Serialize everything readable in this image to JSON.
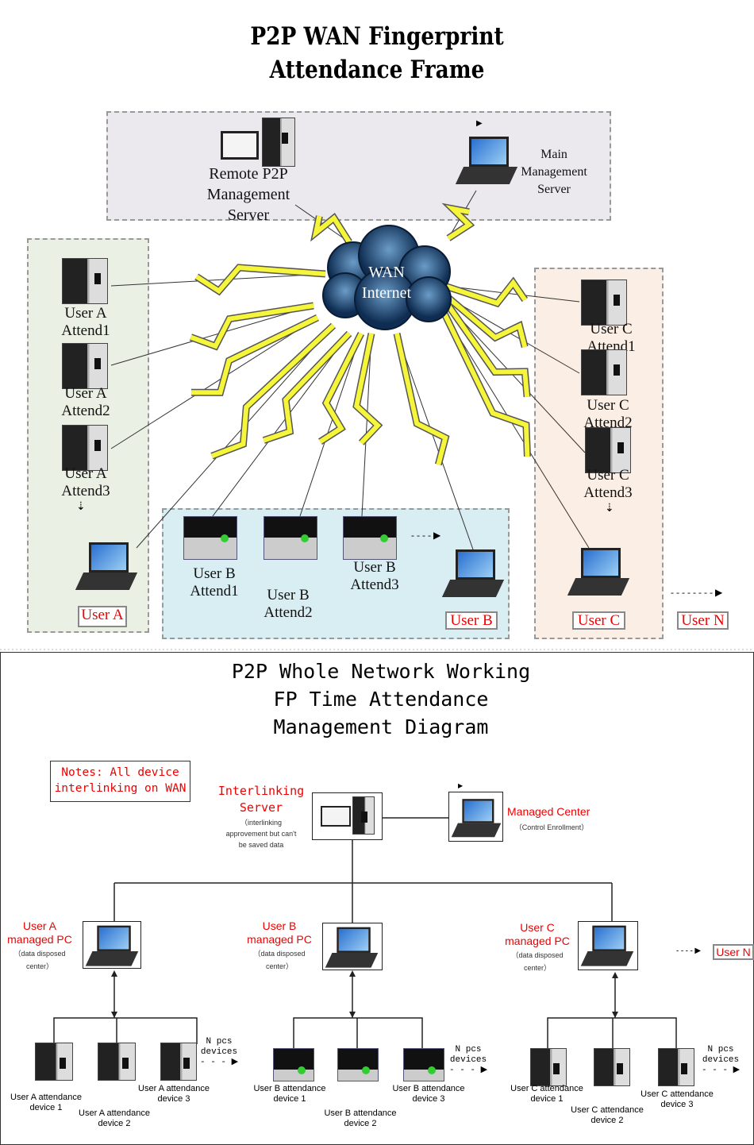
{
  "top": {
    "title_line1": "P2P WAN Fingerprint",
    "title_line2": "Attendance Frame",
    "remote_server": [
      "Remote P2P",
      "Management",
      "Server"
    ],
    "main_server": [
      "Main",
      "Management",
      "Server"
    ],
    "cloud": [
      "WAN",
      "Internet"
    ],
    "user_a_devices": [
      [
        "User A",
        "Attend1"
      ],
      [
        "User A",
        "Attend2"
      ],
      [
        "User A",
        "Attend3"
      ]
    ],
    "user_b_devices": [
      [
        "User B",
        "Attend1"
      ],
      [
        "User B",
        "Attend2"
      ],
      [
        "User B",
        "Attend3"
      ]
    ],
    "user_c_devices": [
      [
        "User C",
        "Attend1"
      ],
      [
        "User C",
        "Attend2"
      ],
      [
        "User C",
        "Attend3"
      ]
    ],
    "tags": {
      "a": "User A",
      "b": "User B",
      "c": "User C",
      "n": "User N"
    },
    "zone_colors": {
      "server": "#ebe9ee",
      "a": "#ebf0e4",
      "b": "#d9eef3",
      "c": "#fbeee4"
    },
    "bolt_color": "#f5f53a"
  },
  "bottom": {
    "title": [
      "P2P Whole Network Working",
      "FP Time Attendance",
      "Management Diagram"
    ],
    "notes": [
      "Notes: All device",
      "interlinking on WAN"
    ],
    "server": {
      "title": [
        "Interlinking",
        "Server"
      ],
      "note": [
        "（interlinking",
        "approvement but can't",
        "be saved data"
      ]
    },
    "center": {
      "title": "Managed Center",
      "note": "（Control Enrollment）"
    },
    "pcs": [
      {
        "title": [
          "User A",
          "managed PC"
        ],
        "note": [
          "（data disposed",
          "center）"
        ]
      },
      {
        "title": [
          "User B",
          "managed PC"
        ],
        "note": [
          "（data disposed",
          "center）"
        ]
      },
      {
        "title": [
          "User C",
          "managed PC"
        ],
        "note": [
          "（data disposed",
          "center）"
        ]
      }
    ],
    "user_n": "User N",
    "npcs": [
      "N pcs",
      "devices"
    ],
    "devices": {
      "a": [
        [
          "User A attendance",
          "device 1"
        ],
        [
          "User A attendance",
          "device 2"
        ],
        [
          "User A attendance",
          "device 3"
        ]
      ],
      "b": [
        [
          "User B attendance",
          "device 1"
        ],
        [
          "User B attendance",
          "device 2"
        ],
        [
          "User B attendance",
          "device 3"
        ]
      ],
      "c": [
        [
          "User C attendance",
          "device 1"
        ],
        [
          "User C attendance",
          "device 2"
        ],
        [
          "User C attendance",
          "device 3"
        ]
      ]
    }
  }
}
